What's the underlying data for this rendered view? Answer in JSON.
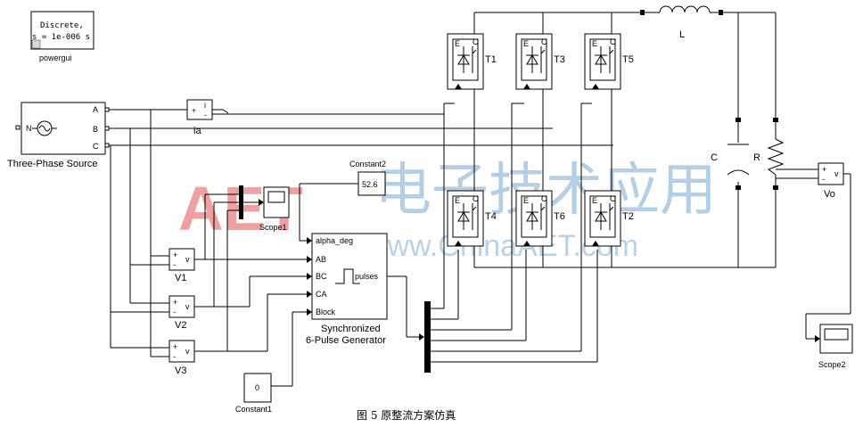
{
  "powergui": {
    "line1": "Discrete,",
    "line2": "s = 1e-006 s",
    "name": "powergui"
  },
  "source": {
    "name": "Three-Phase Source",
    "n_port": "N",
    "ports": [
      "A",
      "B",
      "C"
    ]
  },
  "current_meas": {
    "name": "ia",
    "plus": "+",
    "minus": "-",
    "out": "i"
  },
  "voltmeters": [
    {
      "name": "V1",
      "plus": "+",
      "minus": "-",
      "out": "v"
    },
    {
      "name": "V2",
      "plus": "+",
      "minus": "-",
      "out": "v"
    },
    {
      "name": "V3",
      "plus": "+",
      "minus": "-",
      "out": "v"
    }
  ],
  "vo_meter": {
    "name": "Vo",
    "plus": "+",
    "minus": "-",
    "out": "v"
  },
  "scopes": {
    "scope1": "Scope1",
    "scope2": "Scope2"
  },
  "constant1": {
    "name": "Constant1",
    "value": "0"
  },
  "constant2": {
    "name": "Constant2",
    "value": "52.6"
  },
  "generator": {
    "line1": "Synchronized",
    "line2": "6-Pulse Generator",
    "inputs": [
      "alpha_deg",
      "AB",
      "BC",
      "CA",
      "Block"
    ],
    "output": "pulses"
  },
  "switches": [
    "T1",
    "T3",
    "T5",
    "T4",
    "T6",
    "T2"
  ],
  "switch_terminals": {
    "e": "E",
    "c": "C"
  },
  "inductor": "L",
  "capacitor": "C",
  "resistor": "R",
  "watermark": {
    "main": "AET",
    "cn": "电子技术应用",
    "url": "www.ChinaAET.com"
  },
  "caption": "图 5   原整流方案仿真"
}
